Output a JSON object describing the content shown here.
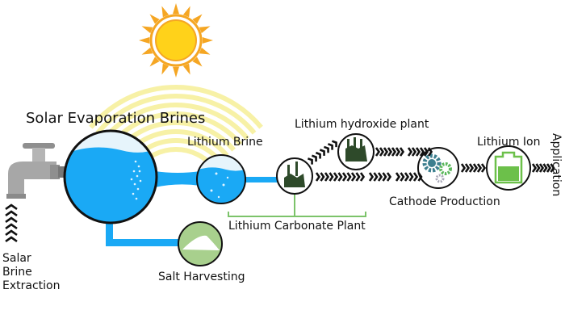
{
  "title": "Solar Evaporation Brines",
  "labels": {
    "lithium_brine": "Lithium Brine",
    "lithium_carbonate_plant": "Lithium Carbonate Plant",
    "salt_harvesting": "Salt Harvesting",
    "salar_brine_extraction": [
      "Salar",
      "Brine",
      "Extraction"
    ],
    "lithium_hydroxide_plant": "Lithium hydroxide plant",
    "cathode_production": "Cathode Production",
    "lithium_ion": "Lithium Ion",
    "application": "Application"
  },
  "colors": {
    "water": "#1aa9f5",
    "sun": "#ffd21a",
    "sun_rays": "#f5a623",
    "heat_waves": "#f7f1a6",
    "salt_bg": "#a8d08d",
    "connector": "#7cc36a",
    "factory": "#2e4a2a",
    "battery": "#6cc04a",
    "gear_teal": "#3d7f8f",
    "gear_green": "#5cb85c",
    "gear_gray": "#a9a9b8"
  }
}
